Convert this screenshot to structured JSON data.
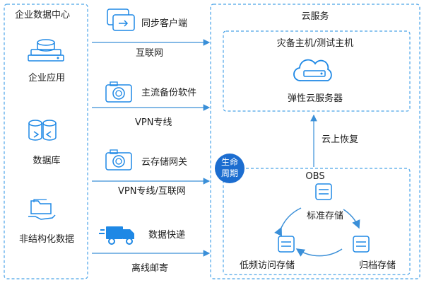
{
  "left_panel": {
    "title": "企业数据中心",
    "items": [
      {
        "label": "企业应用",
        "icon": "server-database-icon"
      },
      {
        "label": "数据库",
        "icon": "database-cylinders-icon"
      },
      {
        "label": "非结构化数据",
        "icon": "folder-hand-icon"
      }
    ]
  },
  "channels": [
    {
      "name": "同步客户端",
      "link": "互联网",
      "icon": "sync-client-icon"
    },
    {
      "name": "主流备份软件",
      "link": "VPN专线",
      "icon": "camera-backup-icon"
    },
    {
      "name": "云存储网关",
      "link": "VPN专线/互联网",
      "icon": "camera-gateway-icon"
    },
    {
      "name": "数据快递",
      "link": "离线邮寄",
      "icon": "delivery-truck-icon"
    }
  ],
  "cloud": {
    "title": "云服务",
    "host_box": {
      "title": "灾备主机/测试主机",
      "server_label": "弹性云服务器",
      "icon": "cloud-server-icon"
    },
    "recover_label": "云上恢复",
    "lifecycle_badge": [
      "生命",
      "周期"
    ],
    "obs": {
      "title": "OBS",
      "standard": "标准存储",
      "infrequent": "低频访问存储",
      "archive": "归档存储"
    }
  },
  "colors": {
    "accent": "#1e88e5",
    "dashed": "#4aa3e8",
    "badge": "#1c6dd0",
    "line": "#3a8fd8"
  }
}
